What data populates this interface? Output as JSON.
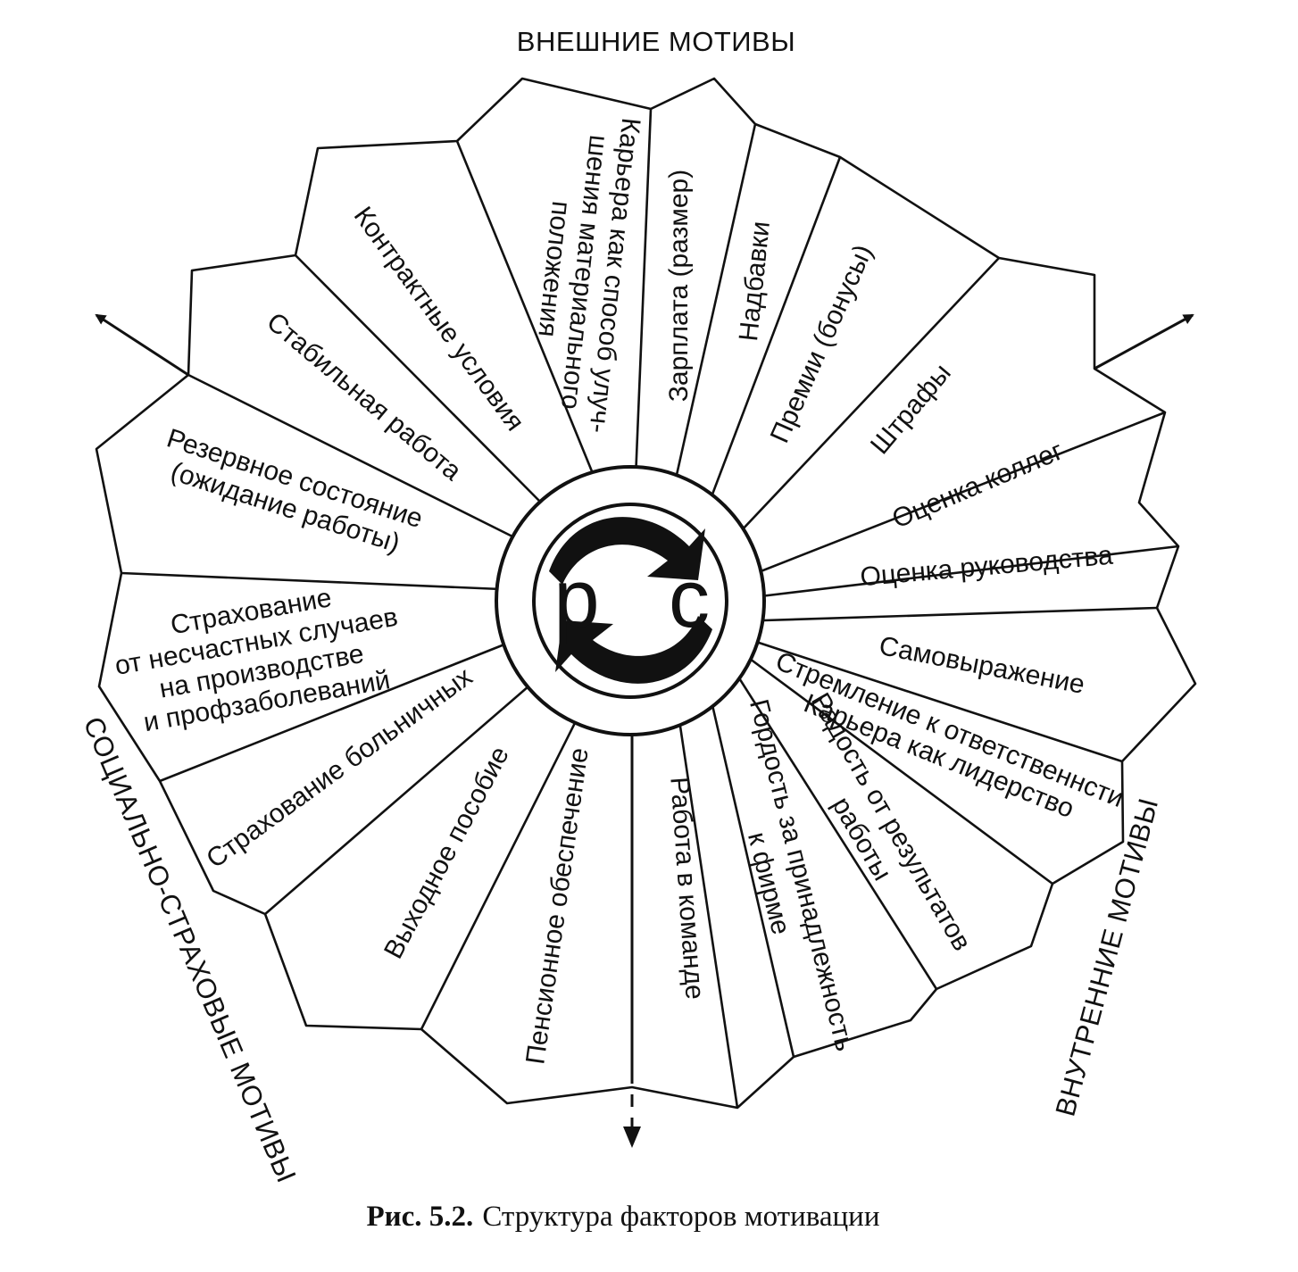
{
  "title_top": "ВНЕШНИЕ МОТИВЫ",
  "title_right": "ВНУТРЕННИЕ МОТИВЫ",
  "title_left": "СОЦИАЛЬНО-СТРАХОВЫЕ МОТИВЫ",
  "center": {
    "letter_left": "р",
    "letter_right": "с"
  },
  "caption": {
    "prefix": "Рис. 5.2.",
    "text": "Структура факторов мотивации"
  },
  "segments": [
    {
      "id": "karera-sposob",
      "lines": [
        "Карьера как способ улуч-",
        "шения материального",
        "положения"
      ]
    },
    {
      "id": "zarplata",
      "lines": [
        "Зарплата (размер)"
      ]
    },
    {
      "id": "nadbavki",
      "lines": [
        "Надбавки"
      ]
    },
    {
      "id": "premii",
      "lines": [
        "Премии (бонусы)"
      ]
    },
    {
      "id": "shtrafy",
      "lines": [
        "Штрафы"
      ]
    },
    {
      "id": "ocenka-kolleg",
      "lines": [
        "Оценка коллег"
      ]
    },
    {
      "id": "ocenka-rukovodstva",
      "lines": [
        "Оценка руководства"
      ]
    },
    {
      "id": "samovyrazhenie",
      "lines": [
        "Самовыражение"
      ]
    },
    {
      "id": "stremlenie",
      "lines": [
        "Стремление к ответственнсти",
        "Карьера как лидерство"
      ]
    },
    {
      "id": "radost",
      "lines": [
        "Радость от результатов",
        "работы"
      ]
    },
    {
      "id": "gordost",
      "lines": [
        "Гордость за принадлежность",
        "к фирме"
      ]
    },
    {
      "id": "rabota-v-komande",
      "lines": [
        "Работа в команде"
      ]
    },
    {
      "id": "pensionnoe",
      "lines": [
        "Пенсионное обеспечение"
      ]
    },
    {
      "id": "vyhodnoe",
      "lines": [
        "Выходное пособие"
      ]
    },
    {
      "id": "strahovanie-bolnichnyh",
      "lines": [
        "Страхование больничных"
      ]
    },
    {
      "id": "strahovanie-neschastnyh",
      "lines": [
        "Страхование",
        "от несчастных случаев",
        "на производстве",
        "и профзаболеваний"
      ]
    },
    {
      "id": "rezervnoe",
      "lines": [
        "Резервное состояние",
        "(ожидание работы)"
      ]
    },
    {
      "id": "stabilnaya",
      "lines": [
        "Стабильная работа"
      ]
    },
    {
      "id": "kontraktnye",
      "lines": [
        "Контрактные условия"
      ]
    }
  ]
}
